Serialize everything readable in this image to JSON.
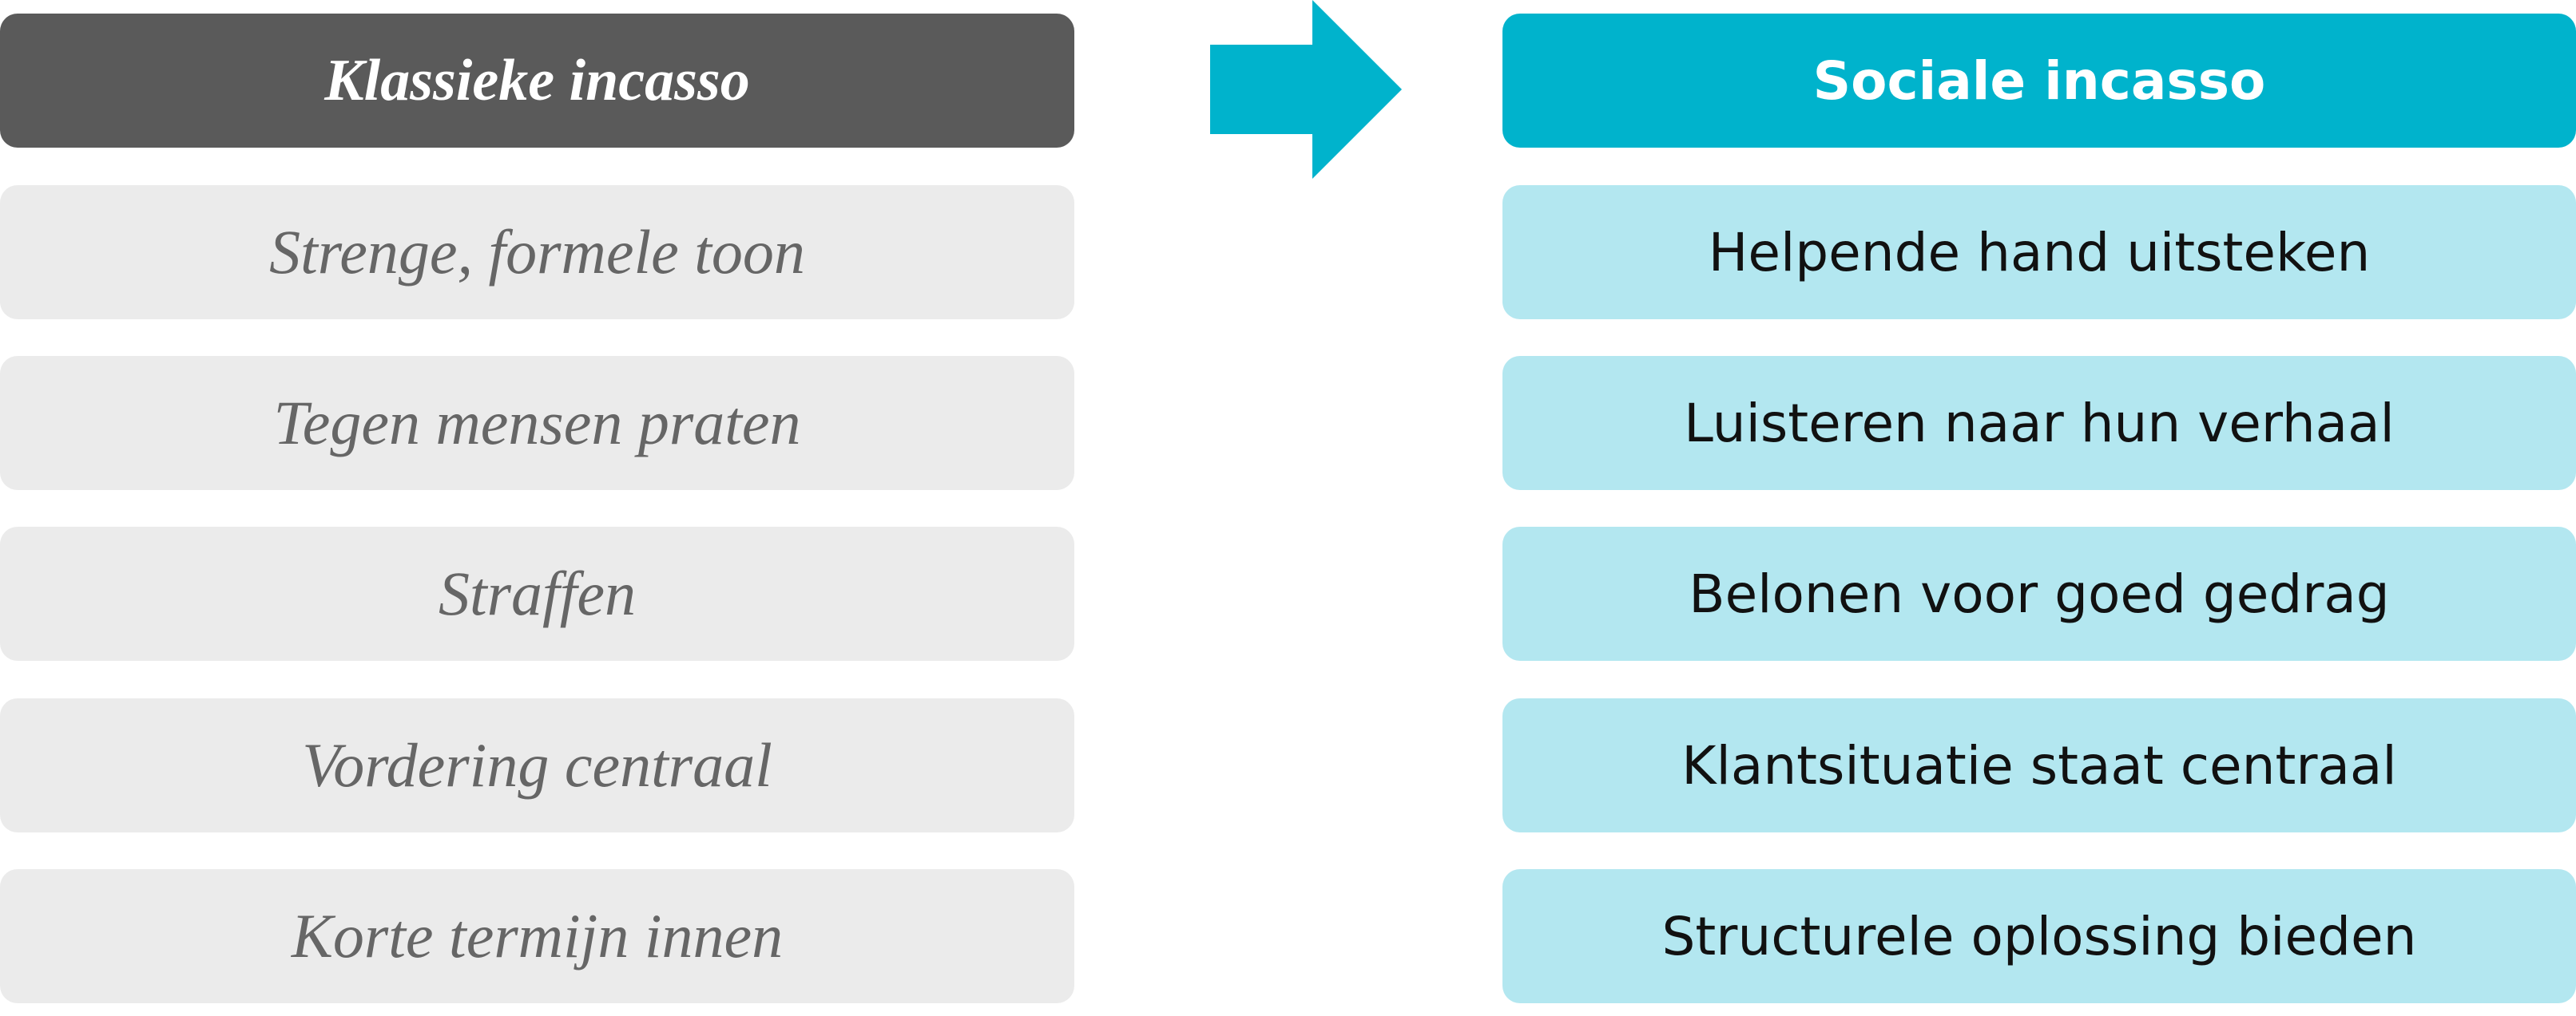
{
  "colors": {
    "left_header_bg": "#5a5a5a",
    "left_item_bg": "#ebebeb",
    "left_item_text": "#666666",
    "right_header_bg": "#00b3cc",
    "right_item_bg": "#b3e7f0",
    "arrow": "#00b3cc"
  },
  "left": {
    "header": "Klassieke incasso",
    "items": [
      "Strenge, formele toon",
      "Tegen mensen praten",
      "Straffen",
      "Vordering centraal",
      "Korte termijn innen"
    ]
  },
  "arrow": {
    "icon": "arrow-right-icon"
  },
  "right": {
    "header": "Sociale incasso",
    "items": [
      "Helpende hand uitsteken",
      "Luisteren naar hun verhaal",
      "Belonen voor goed gedrag",
      "Klantsituatie staat centraal",
      "Structurele oplossing bieden"
    ]
  }
}
